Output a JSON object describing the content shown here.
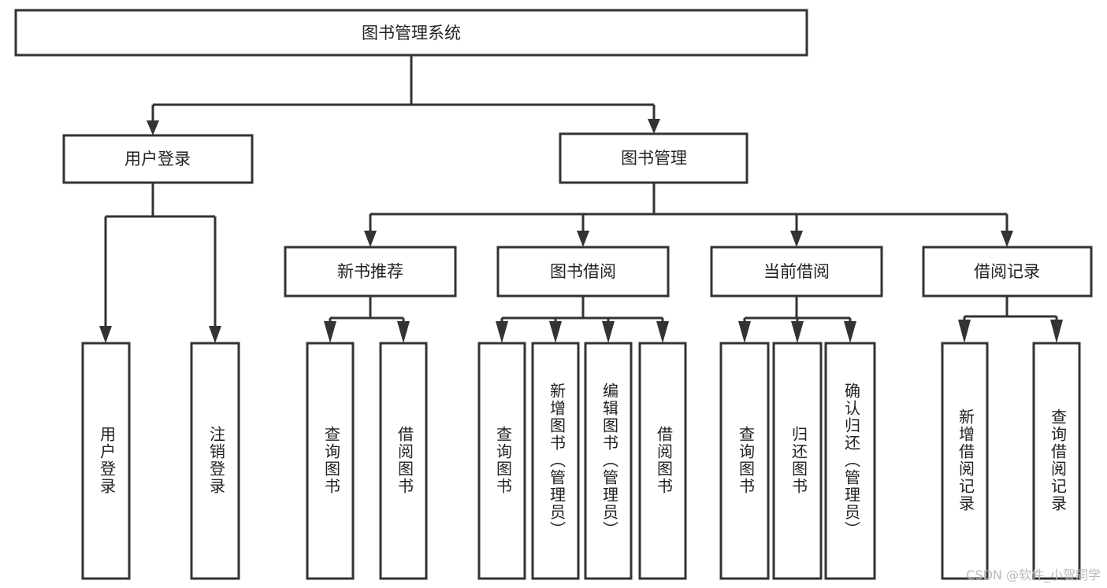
{
  "diagram": {
    "type": "tree",
    "title": "图书管理系统",
    "watermark": "CSDN @软件_小贺同学",
    "colors": {
      "box_stroke": "#333333",
      "box_fill": "#ffffff",
      "text": "#222222",
      "background": "#ffffff",
      "watermark": "#b9b9b9"
    },
    "levels": {
      "root": {
        "label": "图书管理系统"
      },
      "level2": [
        {
          "label": "用户登录"
        },
        {
          "label": "图书管理"
        }
      ],
      "level3": [
        {
          "label": "新书推荐"
        },
        {
          "label": "图书借阅"
        },
        {
          "label": "当前借阅"
        },
        {
          "label": "借阅记录"
        }
      ],
      "leaves": {
        "user_login": [
          {
            "label": "用户登录"
          },
          {
            "label": "注销登录"
          }
        ],
        "new_book_recommend": [
          {
            "label": "查询图书"
          },
          {
            "label": "借阅图书"
          }
        ],
        "book_borrow": [
          {
            "label": "查询图书"
          },
          {
            "label": "新增图书（管理员）"
          },
          {
            "label": "编辑图书（管理员）"
          },
          {
            "label": "借阅图书"
          }
        ],
        "current_borrow": [
          {
            "label": "查询图书"
          },
          {
            "label": "归还图书"
          },
          {
            "label": "确认归还（管理员）"
          }
        ],
        "borrow_record": [
          {
            "label": "新增借阅记录"
          },
          {
            "label": "查询借阅记录"
          }
        ]
      }
    }
  }
}
